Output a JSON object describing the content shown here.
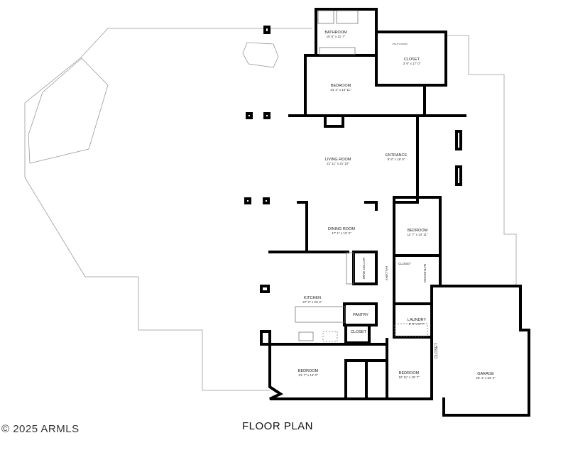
{
  "title": "FLOOR PLAN",
  "watermark": "© 2025 ARMLS",
  "rooms": [
    {
      "name": "BATHROOM",
      "dims": "15' 5\" x 11' 7\""
    },
    {
      "name": "CLOSET",
      "dims": "3' 9\" x 17' 0\""
    },
    {
      "name": "BEDROOM",
      "dims": "31' 2\" x 14' 11\""
    },
    {
      "name": "LIVING ROOM",
      "dims": "21' 11\" x 21' 10\""
    },
    {
      "name": "ENTRANCE",
      "dims": "9' 8\" x 19' 9\""
    },
    {
      "name": "DINING ROOM",
      "dims": "17' 1\" x 12' 0\""
    },
    {
      "name": "BEDROOM",
      "dims": "11' 7\" x 14' 11\""
    },
    {
      "name": "KITCHEN",
      "dims": "27' 0\" x 23' 2\""
    },
    {
      "name": "PANTRY",
      "dims": ""
    },
    {
      "name": "CLOSET",
      "dims": ""
    },
    {
      "name": "LAUNDRY",
      "dims": "9' 0\" x 8' 7\""
    },
    {
      "name": "BEDROOM",
      "dims": "21' 7\" x 14' 0\""
    },
    {
      "name": "BEDROOM",
      "dims": "10' 11\" x 15' 7\""
    },
    {
      "name": "GARAGE",
      "dims": "25' 4\" x 33' 2\""
    },
    {
      "name": "CLOSET",
      "dims": ""
    },
    {
      "name": "WINE CELLAR",
      "dims": ""
    },
    {
      "name": "HALLWAY",
      "dims": ""
    },
    {
      "name": "CLOSET",
      "dims": ""
    },
    {
      "name": "BATHROOM",
      "dims": ""
    },
    {
      "name": "UTILITY ROOM",
      "dims": ""
    }
  ]
}
